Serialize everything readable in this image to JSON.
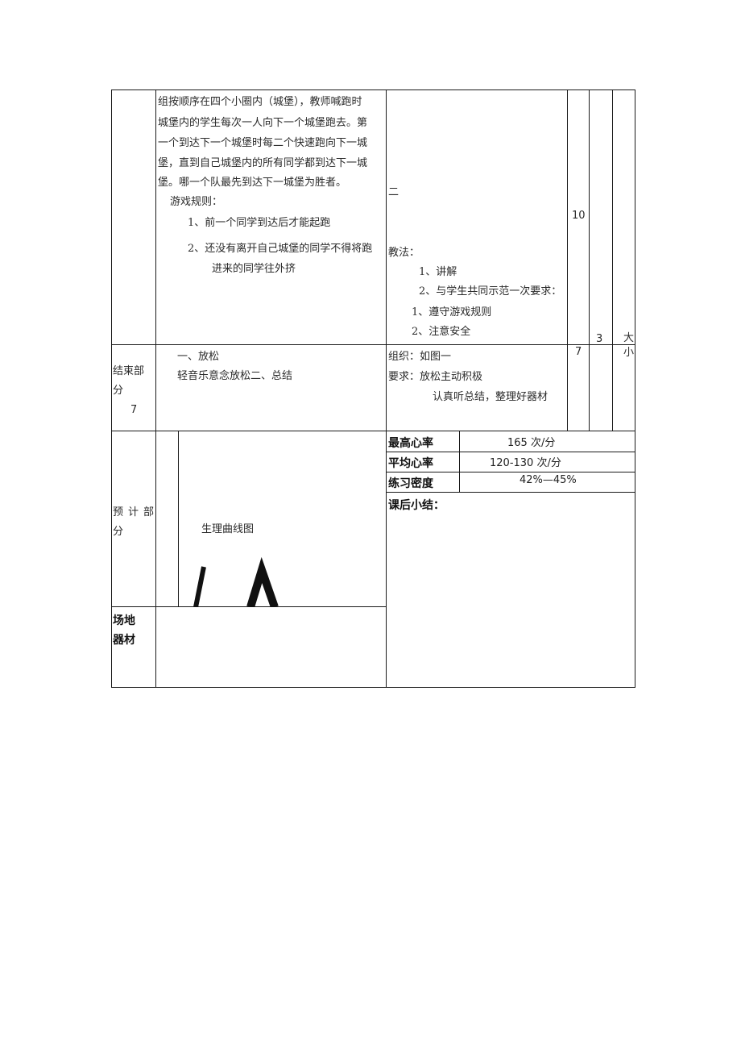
{
  "game_section": {
    "description_lines": [
      "组按顺序在四个小圈内（城堡），教师喊跑时",
      "城堡内的学生每次一人向下一个城堡跑去。第",
      "一个到达下一个城堡时每二个快速跑向下一城",
      "堡，直到自己城堡内的所有同学都到达下一城",
      "堡。哪一个队最先到达下一城堡为胜者。"
    ],
    "rules_title": "游戏规则：",
    "rule_1": "1、前一个同学到达后才能起跑",
    "rule_2_line1": "2、还没有离开自己城堡的同学不得将跑",
    "rule_2_line2": "进来的同学往外挤",
    "org_mark": "二",
    "method_title": "教法：",
    "method_1": "1、讲解",
    "method_2": "2、与学生共同示范一次要求：",
    "req_1": "1、遵守游戏规则",
    "req_2": "2、注意安全",
    "time": "10",
    "count": "3",
    "intensity": "大"
  },
  "ending_section": {
    "label_line1": "结束部",
    "label_line2": "分",
    "label_time": "7",
    "content_1": "一、放松",
    "content_2": "轻音乐意念放松二、总结",
    "org": "组织：如图一",
    "requirement": "要求：放松主动积极",
    "requirement_2": "认真听总结，整理好器材",
    "time": "7",
    "intensity": "小"
  },
  "forecast_section": {
    "label_line1": "预计部",
    "label_line2": "分",
    "curve_title": "生理曲线图",
    "max_hr_label": "最高心率",
    "max_hr_value": "165 次/分",
    "avg_hr_label": "平均心率",
    "avg_hr_value": "120-130 次/分",
    "density_label": "练习密度",
    "density_value": "42%—45%",
    "summary_label": "课后小结："
  },
  "venue_section": {
    "label_line1": "场地",
    "label_line2": "器材"
  }
}
